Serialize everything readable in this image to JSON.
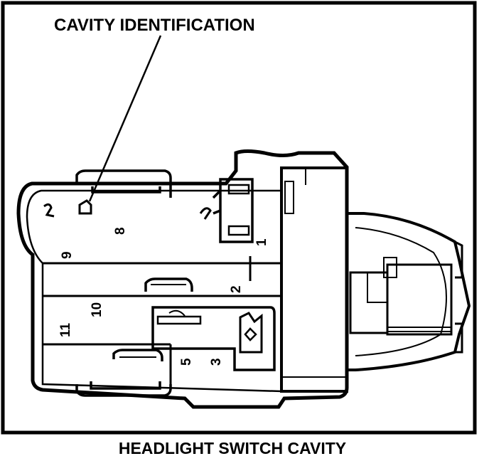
{
  "diagram": {
    "callout_label": "CAVITY IDENTIFICATION",
    "caption": "HEADLIGHT SWITCH CAVITY",
    "terminal_numbers": {
      "t1": "1",
      "t2": "2",
      "t3": "3",
      "t5": "5",
      "t8": "8",
      "t9": "9",
      "t10": "10",
      "t11": "11"
    },
    "colors": {
      "ink": "#000000",
      "paper": "#ffffff"
    }
  }
}
